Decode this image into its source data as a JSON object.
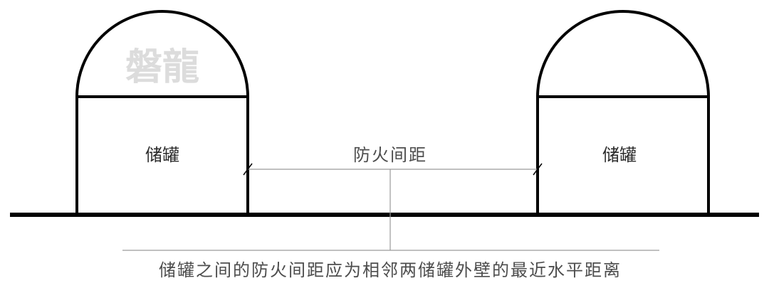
{
  "watermark": "磐龍",
  "tanks": [
    {
      "label": "储罐"
    },
    {
      "label": "储罐"
    }
  ],
  "distance_label": "防火间距",
  "caption": "储罐之间的防火间距应为相邻两储罐外壁的最近水平距离",
  "colors": {
    "stroke": "#000000",
    "dimension_line": "#9a9a9a",
    "text": "#4d4d4d",
    "watermark": "#dcdcdc"
  }
}
